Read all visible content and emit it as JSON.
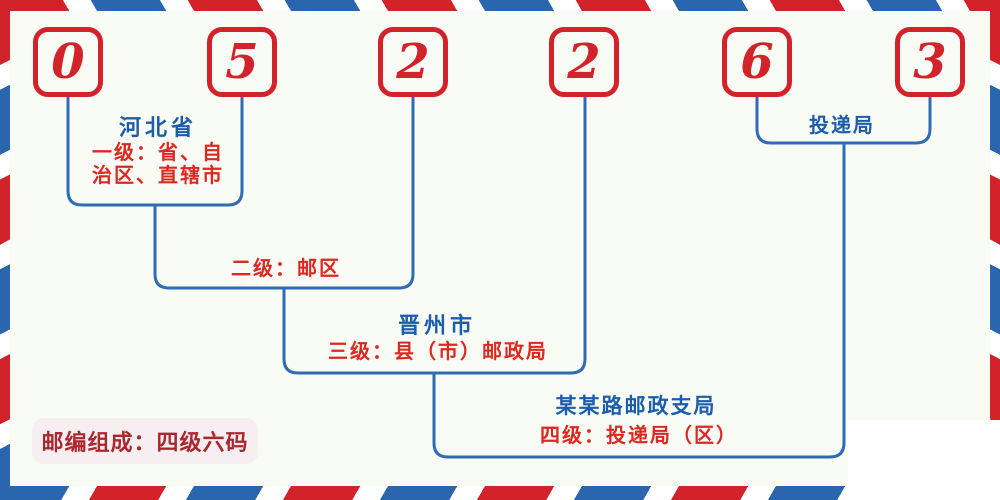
{
  "postal_code": {
    "digits": [
      "0",
      "5",
      "2",
      "2",
      "6",
      "3"
    ]
  },
  "nodes": {
    "level1": {
      "region": "河北省",
      "label": "一级：省、自\n治区、直辖市"
    },
    "level2": {
      "label": "二级：邮区"
    },
    "level3": {
      "region": "晋州市",
      "label": "三级：县（市）邮政局"
    },
    "level4": {
      "region": "某某路邮政支局",
      "label": "四级：投递局（区）"
    },
    "delivery": {
      "region": "投递局"
    }
  },
  "badge": {
    "label": "邮编组成：四级六码"
  },
  "colors": {
    "background": "#f9fbf5",
    "digit_red": "#d2232a",
    "label_red": "#dc281f",
    "region_blue": "#1b5dab",
    "line_blue": "#2e6cb3",
    "badge_red": "#a9282e",
    "badge_background": "#f6eef0",
    "stripe_red": "#d2232a",
    "stripe_blue": "#2a66ae"
  }
}
